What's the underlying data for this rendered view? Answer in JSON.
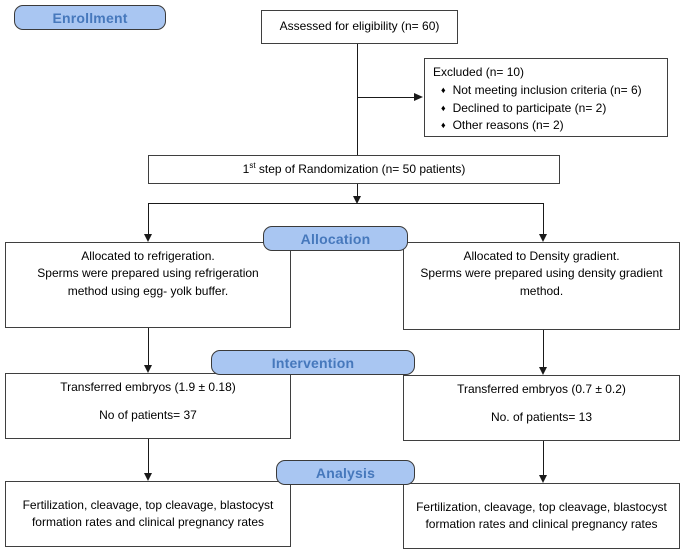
{
  "diagram": {
    "stages": {
      "enrollment": "Enrollment",
      "allocation": "Allocation",
      "intervention": "Intervention",
      "analysis": "Analysis"
    },
    "assessed": {
      "text": "Assessed for eligibility (n= 60)"
    },
    "excluded": {
      "title": "Excluded (n= 10)",
      "bullet_glyph": "♦",
      "items": [
        "Not meeting inclusion criteria (n= 6)",
        "Declined to participate (n= 2)",
        "Other reasons (n= 2)"
      ]
    },
    "randomization": {
      "prefix": "1",
      "sup": "st",
      "rest": " step of Randomization (n= 50 patients)"
    },
    "allocation_left": {
      "line1": "Allocated to refrigeration.",
      "line2": "Sperms were prepared using refrigeration method using egg- yolk buffer."
    },
    "allocation_right": {
      "line1": "Allocated to Density gradient.",
      "line2": "Sperms were prepared using density gradient method."
    },
    "intervention_left": {
      "line1": "Transferred embryos (1.9 ± 0.18)",
      "line2": "No of patients= 37"
    },
    "intervention_right": {
      "line1": "Transferred embryos (0.7 ± 0.2)",
      "line2": "No. of patients= 13"
    },
    "analysis_left": {
      "text": "Fertilization, cleavage, top cleavage, blastocyst formation rates and clinical pregnancy rates"
    },
    "analysis_right": {
      "text": "Fertilization, cleavage, top cleavage, blastocyst formation rates and clinical pregnancy rates"
    },
    "colors": {
      "badge_fill": "#A9C6F2",
      "badge_text": "#4678BC",
      "box_border": "#3f3f3f",
      "line": "#1a1a1a"
    }
  }
}
